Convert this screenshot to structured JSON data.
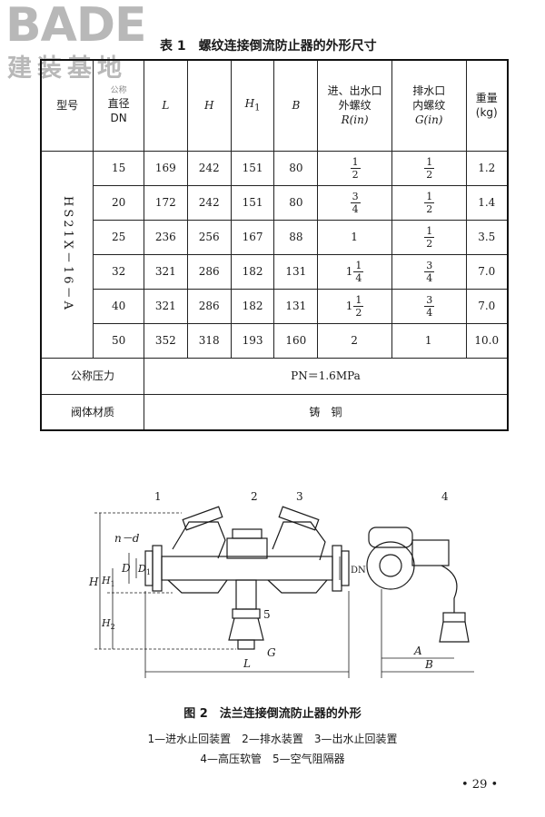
{
  "logo": {
    "word": "BADE",
    "sub": "建装基地"
  },
  "table": {
    "title_prefix": "表 1",
    "title": "螺纹连接倒流防止器的外形尺寸",
    "headers": {
      "model": "型号",
      "dn_small": "公称",
      "dn": "直径",
      "dn_unit": "DN",
      "L": "L",
      "H": "H",
      "H1": "H",
      "H1_sub": "1",
      "B": "B",
      "inlet_l1": "进、出水口",
      "inlet_l2": "外螺纹",
      "inlet_l3": "R(in)",
      "outlet_l1": "排水口",
      "outlet_l2": "内螺纹",
      "outlet_l3": "G(in)",
      "weight_l1": "重量",
      "weight_l2": "(kg)"
    },
    "model_name": "HS21X－16－A",
    "rows": [
      {
        "dn": "15",
        "L": "169",
        "H": "242",
        "H1": "151",
        "B": "80",
        "R": {
          "whole": "",
          "num": "1",
          "den": "2"
        },
        "G": {
          "whole": "",
          "num": "1",
          "den": "2"
        },
        "weight": "1.2"
      },
      {
        "dn": "20",
        "L": "172",
        "H": "242",
        "H1": "151",
        "B": "80",
        "R": {
          "whole": "",
          "num": "3",
          "den": "4"
        },
        "G": {
          "whole": "",
          "num": "1",
          "den": "2"
        },
        "weight": "1.4"
      },
      {
        "dn": "25",
        "L": "236",
        "H": "256",
        "H1": "167",
        "B": "88",
        "R": {
          "whole": "1",
          "num": "",
          "den": ""
        },
        "G": {
          "whole": "",
          "num": "1",
          "den": "2"
        },
        "weight": "3.5"
      },
      {
        "dn": "32",
        "L": "321",
        "H": "286",
        "H1": "182",
        "B": "131",
        "R": {
          "whole": "1",
          "num": "1",
          "den": "4"
        },
        "G": {
          "whole": "",
          "num": "3",
          "den": "4"
        },
        "weight": "7.0"
      },
      {
        "dn": "40",
        "L": "321",
        "H": "286",
        "H1": "182",
        "B": "131",
        "R": {
          "whole": "1",
          "num": "1",
          "den": "2"
        },
        "G": {
          "whole": "",
          "num": "3",
          "den": "4"
        },
        "weight": "7.0"
      },
      {
        "dn": "50",
        "L": "352",
        "H": "318",
        "H1": "193",
        "B": "160",
        "R": {
          "whole": "2",
          "num": "",
          "den": ""
        },
        "G": {
          "whole": "1",
          "num": "",
          "den": ""
        },
        "weight": "10.0"
      }
    ],
    "pressure_label": "公称压力",
    "pressure_value": "PN＝1.6MPa",
    "material_label": "阀体材质",
    "material_value": "铸　铜"
  },
  "figure": {
    "labels": [
      "1",
      "2",
      "3",
      "4",
      "5"
    ],
    "dims": {
      "nd": "n－d",
      "D": "D",
      "D1": "D",
      "D1_sub": "1",
      "H": "H",
      "H1": "H",
      "H1_sub": "1",
      "H2": "H",
      "H2_sub": "2",
      "L": "L",
      "G": "G",
      "DN": "DN",
      "A": "A",
      "B": "B"
    },
    "caption": "图 2　法兰连接倒流防止器的外形",
    "legend_line1": "1—进水止回装置　2—排水装置　3—出水止回装置",
    "legend_line2": "4—高压软管　5—空气阻隔器"
  },
  "page_number": "• 29 •"
}
